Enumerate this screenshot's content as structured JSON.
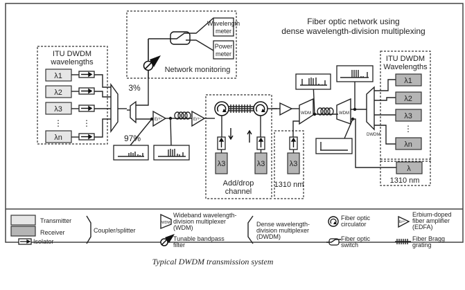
{
  "title": {
    "line1": "Fiber optic network using",
    "line2": "dense wavelength-division multiplexing"
  },
  "caption": "Typical DWDM transmission system",
  "tx_group": {
    "heading1": "ITU DWDM",
    "heading2": "wavelengths",
    "channels": [
      "λ1",
      "λ2",
      "λ3",
      "λn"
    ],
    "ellipsis": "⋮"
  },
  "rx_group": {
    "heading1": "ITU DWDM",
    "heading2": "Wavelengths",
    "channels": [
      "λ1",
      "λ2",
      "λ3",
      "λn"
    ],
    "ellipsis": "⋮"
  },
  "monitoring": {
    "label": "Network monitoring",
    "wavelength_meter_1": "Wavelength",
    "wavelength_meter_2": "meter",
    "power_meter_1": "Power",
    "power_meter_2": "meter"
  },
  "splitter": {
    "tap_pct": "3%",
    "through_pct": "97%"
  },
  "edfa_label": "Er³⁺",
  "add_drop": {
    "label1": "Add/drop",
    "label2": "channel",
    "drop_tx": "λ3",
    "add_tx": "λ3"
  },
  "wdm_1310": {
    "tx": "λ3",
    "label": "1310 nm"
  },
  "wdm_labels": {
    "mux": "WDM",
    "demux": "WDM",
    "dwdm": "DWDM"
  },
  "rx_1310": {
    "rx": "λ",
    "label": "1310 nm"
  },
  "legend": {
    "transmitter": "Transmitter",
    "receiver": "Receiver",
    "isolator": "Isolator",
    "coupler": "Coupler/splitter",
    "wdm_1": "Wideband wavelength-",
    "wdm_2": "division multiplexer",
    "wdm_3": "(WDM)",
    "wdm_icon": "WDM",
    "filter_1": "Tunable bandpass",
    "filter_2": "filter",
    "dwdm_1": "Dense wavelength-",
    "dwdm_2": "division multiplexer",
    "dwdm_3": "(DWDM)",
    "circ_1": "Fiber optic",
    "circ_2": "circulator",
    "switch_1": "Fiber optic",
    "switch_2": "switch",
    "edfa_1": "Erbium-doped",
    "edfa_2": "fiber amplifier",
    "edfa_3": "(EDFA)",
    "edfa_icon": "Er³⁺",
    "fbg_1": "Fiber Bragg",
    "fbg_2": "grating"
  }
}
